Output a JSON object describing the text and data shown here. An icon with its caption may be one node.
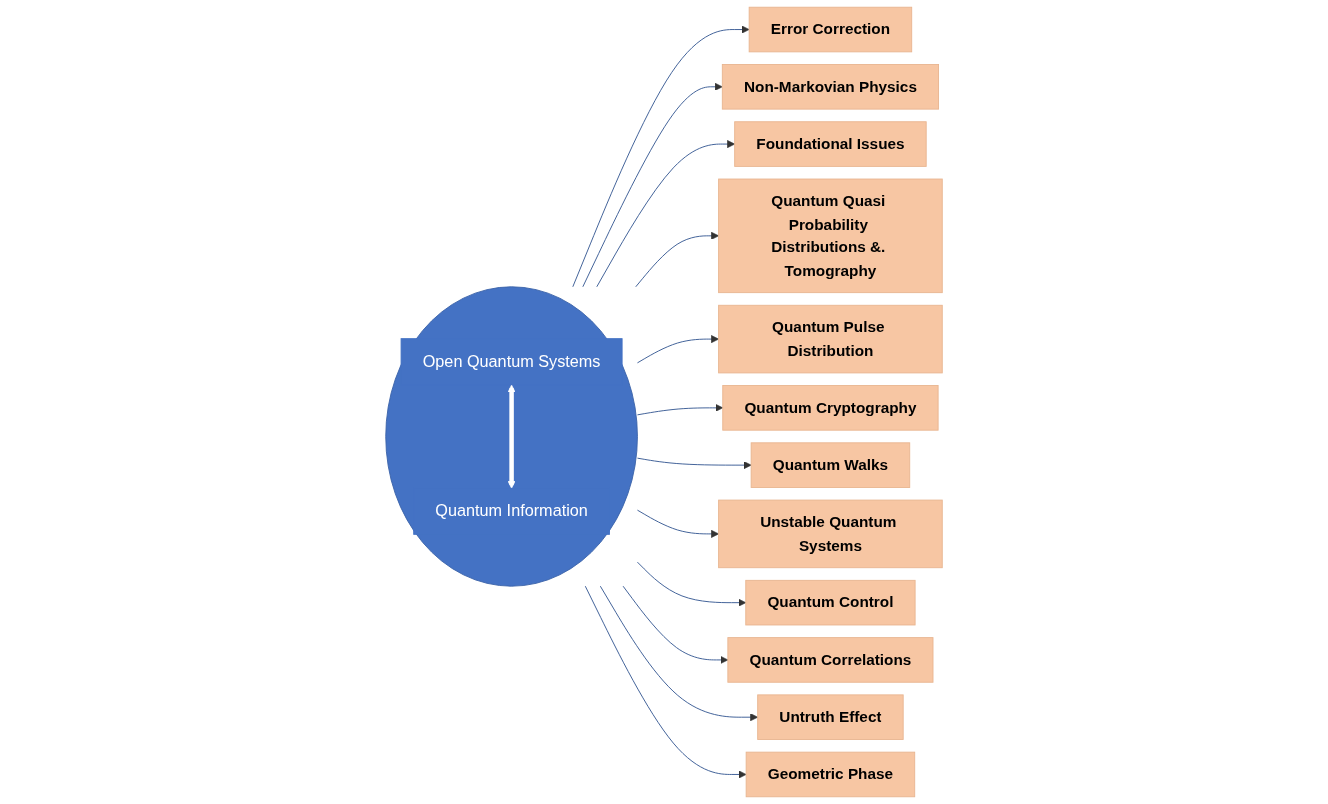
{
  "diagram": {
    "nodes": [
      {
        "text": [],
        "shape": "ellipse"
      },
      {
        "text": [
          "Open Quantum Systems"
        ],
        "in": 0
      },
      {
        "text": [
          "Quantum Information"
        ],
        "in": 0
      },
      {
        "text": [
          "Error Correction"
        ]
      },
      {
        "text": [
          "Non-Markovian Physics"
        ]
      },
      {
        "text": [
          "Foundational Issues"
        ]
      },
      {
        "text": [
          "Quantum Quasi Probability Distributions &. Tomography"
        ]
      },
      {
        "text": [
          "Quantum Pulse Distribution"
        ]
      },
      {
        "text": [
          "Quantum Cryptography"
        ]
      },
      {
        "text": [
          "Quantum Walks"
        ]
      },
      {
        "text": [
          "Unstable Quantum Systems"
        ]
      },
      {
        "text": [
          "Quantum Control"
        ]
      },
      {
        "text": [
          "Quantum Correlations"
        ]
      },
      {
        "text": [
          "Untruth Effect"
        ]
      },
      {
        "text": [
          "Geometric Phase"
        ]
      }
    ],
    "edges": [
      {
        "from": 1,
        "to": 2,
        "arrow": "both",
        "style": "thick",
        "color": "#ffffff"
      },
      {
        "from": 0,
        "to": 3,
        "arrow": "to"
      },
      {
        "from": 0,
        "to": 4,
        "arrow": "to"
      },
      {
        "from": 0,
        "to": 5,
        "arrow": "to"
      },
      {
        "from": 0,
        "to": 6,
        "arrow": "to"
      },
      {
        "from": 0,
        "to": 7,
        "arrow": "to"
      },
      {
        "from": 0,
        "to": 8,
        "arrow": "to"
      },
      {
        "from": 0,
        "to": 9,
        "arrow": "to"
      },
      {
        "from": 0,
        "to": 10,
        "arrow": "to"
      },
      {
        "from": 0,
        "to": 11,
        "arrow": "to"
      },
      {
        "from": 0,
        "to": 12,
        "arrow": "to"
      },
      {
        "from": 0,
        "to": 13,
        "arrow": "to"
      },
      {
        "from": 0,
        "to": 14,
        "arrow": "to"
      }
    ]
  }
}
